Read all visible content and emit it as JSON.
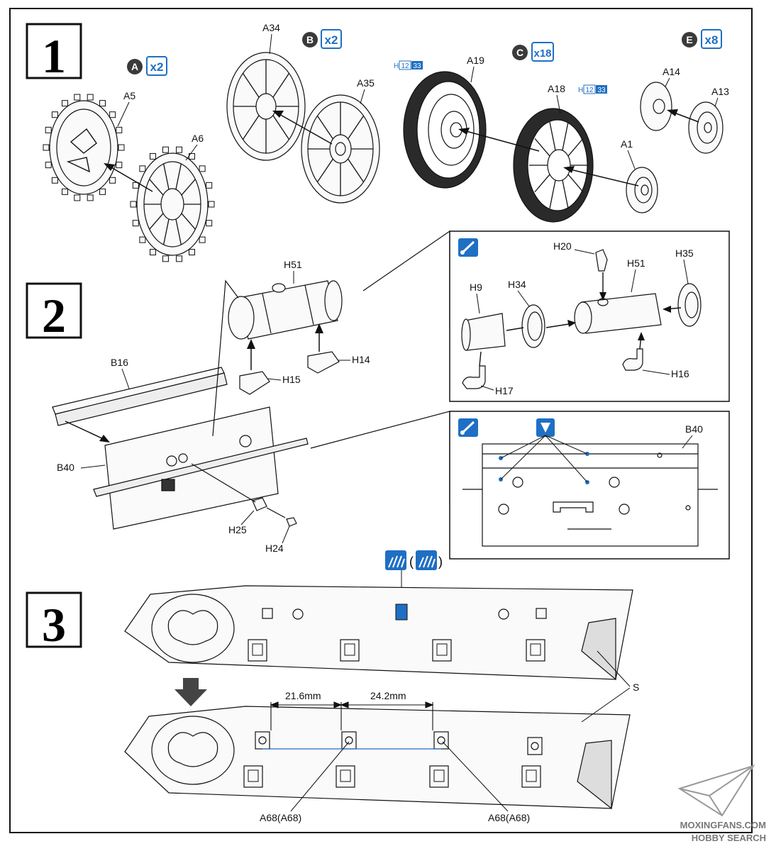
{
  "steps": [
    {
      "number": "1"
    },
    {
      "number": "2"
    },
    {
      "number": "3"
    }
  ],
  "sprues": [
    {
      "letter": "A",
      "qty": "x2"
    },
    {
      "letter": "B",
      "qty": "x2"
    },
    {
      "letter": "C",
      "qty": "x18"
    },
    {
      "letter": "E",
      "qty": "x8"
    }
  ],
  "part_labels": {
    "A5": "A5",
    "A6": "A6",
    "A34": "A34",
    "A35": "A35",
    "A19": "A19",
    "A18": "A18",
    "A1": "A1",
    "A14": "A14",
    "A13": "A13",
    "H51": "H51",
    "H15": "H15",
    "H14": "H14",
    "B16": "B16",
    "B40": "B40",
    "H25": "H25",
    "H24": "H24",
    "H20": "H20",
    "H51b": "H51",
    "H35": "H35",
    "H9": "H9",
    "H34": "H34",
    "H17": "H17",
    "H16": "H16",
    "B40b": "B40",
    "S": "S",
    "A68_left": "A68(A68)",
    "A68_right": "A68(A68)"
  },
  "paint_refs": {
    "a19": {
      "h": "H",
      "n1": "12",
      "n2": "33"
    },
    "a18": {
      "h": "H",
      "n1": "12",
      "n2": "33"
    }
  },
  "dimensions": {
    "d1": "21.6mm",
    "d2": "24.2mm"
  },
  "paren_open": "(",
  "paren_close": ")",
  "watermark": {
    "line1": "MOXINGFANS.COM",
    "line2": "HOBBY SEARCH"
  },
  "colors": {
    "accent": "#1f6fc4",
    "line": "#111111",
    "tire": "#2a2a2a"
  }
}
